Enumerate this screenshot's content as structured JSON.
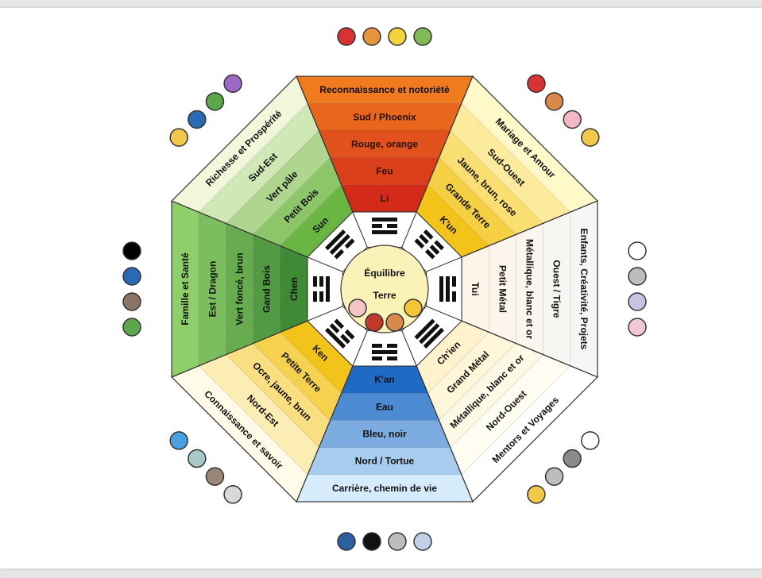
{
  "center": {
    "labels": [
      "Équilibre",
      "Terre"
    ],
    "dots": [
      "#f2c6c9",
      "#f4c534",
      "#c0392b",
      "#d98a4a"
    ]
  },
  "sectors": [
    {
      "id": "south",
      "rows": [
        "Reconnaissance et notoriété",
        "Sud / Phoenix",
        "Rouge, orange",
        "Feu",
        "Li"
      ],
      "gradient": [
        "#f07a1e",
        "#d42a1a"
      ],
      "dots": [
        "#d93232",
        "#e8943a",
        "#f2d43a",
        "#7fba55"
      ]
    },
    {
      "id": "southwest",
      "rows": [
        "Mariage et Amour",
        "Sud-Ouest",
        "Jaune, brun, rose",
        "Grande Terre",
        "K'un"
      ],
      "gradient": [
        "#fff8c8",
        "#f2c319"
      ],
      "dots": [
        "#d93232",
        "#d98a4a",
        "#f2b8c8",
        "#f2c84a"
      ]
    },
    {
      "id": "west",
      "rows": [
        "Enfants, Créativité, Projets",
        "Ouest / Tigre",
        "Métallique, blanc et or",
        "Petit Métal",
        "Tui"
      ],
      "gradient": [
        "#f6f6f6",
        "#fff4e8"
      ],
      "dots": [
        "#ffffff",
        "#bdbdbd",
        "#c8c4e4",
        "#f2c8d8"
      ]
    },
    {
      "id": "northwest",
      "rows": [
        "Mentors et Voyages",
        "Nord-Ouest",
        "Métallique, blanc et or",
        "Grand Métal",
        "Ch'ien"
      ],
      "gradient": [
        "#ffffff",
        "#fff2cc"
      ],
      "dots": [
        "#ffffff",
        "#8a8a8a",
        "#bdbdbd",
        "#f2c84a"
      ]
    },
    {
      "id": "north",
      "rows": [
        "Carrière, chemin de vie",
        "Nord / Tortue",
        "Bleu, noir",
        "Eau",
        "K'an"
      ],
      "gradient": [
        "#d6ecfa",
        "#1f6ac4"
      ],
      "dots": [
        "#c2d2e6",
        "#bdbdbd",
        "#111111",
        "#2a5fa0"
      ]
    },
    {
      "id": "northeast",
      "rows": [
        "Connaissance et savoir",
        "Nord-Est",
        "Ocre, jaune, brun",
        "Petite Terre",
        "Ken"
      ],
      "gradient": [
        "#fffbe8",
        "#f2c319"
      ],
      "dots": [
        "#d8d8d8",
        "#9a8778",
        "#a9c7c7",
        "#4aa0e0"
      ]
    },
    {
      "id": "east",
      "rows": [
        "Famille et Santé",
        "Est / Dragon",
        "Vert foncé, brun",
        "Gand Bois",
        "Chen"
      ],
      "gradient": [
        "#8fcf6a",
        "#3f8a35"
      ],
      "dots": [
        "#5aa84a",
        "#8a7565",
        "#2a6ab4",
        "#000000"
      ]
    },
    {
      "id": "southeast",
      "rows": [
        "Richesse et Prospérité",
        "Sud-Est",
        "Vert pâle",
        "Petit Bois",
        "Sun"
      ],
      "gradient": [
        "#f2f7dc",
        "#6bb542"
      ],
      "dots": [
        "#f2c84a",
        "#2a6ab4",
        "#5aa84a",
        "#9a6ac4"
      ]
    }
  ],
  "trigrams": {
    "south": [
      1,
      0,
      1
    ],
    "southwest": [
      0,
      0,
      0
    ],
    "west": [
      0,
      1,
      1
    ],
    "northwest": [
      1,
      1,
      1
    ],
    "north": [
      0,
      1,
      0
    ],
    "northeast": [
      1,
      0,
      0
    ],
    "east": [
      0,
      0,
      1
    ],
    "southeast": [
      1,
      1,
      0
    ]
  }
}
